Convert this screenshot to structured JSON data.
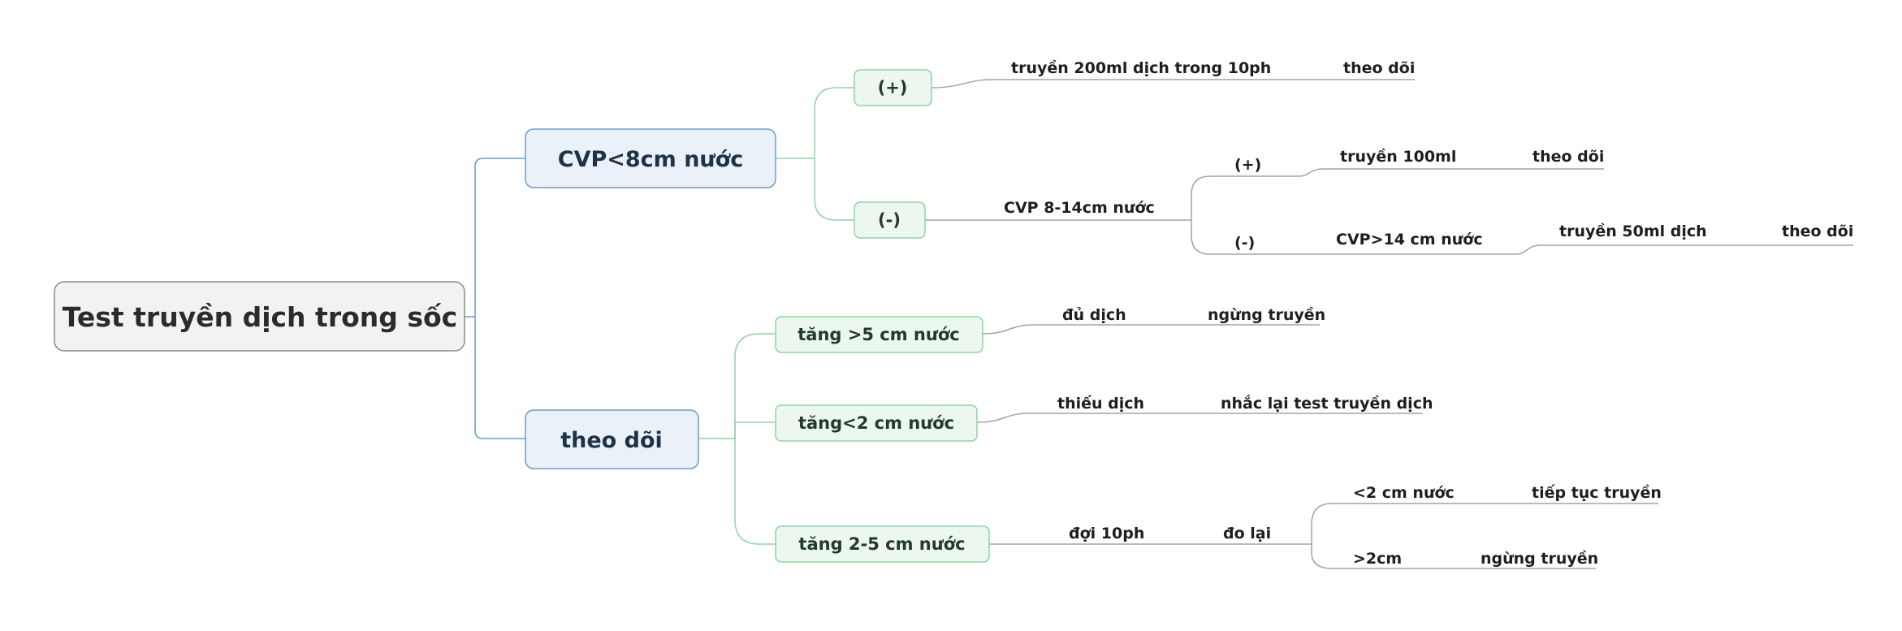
{
  "root": {
    "label": "Test truyền dịch trong sốc"
  },
  "colors": {
    "root_fill": "#f2f2f2",
    "blue_fill": "#eaf1f9",
    "blue_stroke": "#6b9bc7",
    "green_fill": "#ebf7ef",
    "green_stroke": "#8fd3a6",
    "line_gray": "#a3a3a3"
  },
  "branch_cvp": {
    "label": "CVP<8cm nước",
    "pos": {
      "label": "(+)",
      "action": "truyền 200ml dịch trong 10ph",
      "result": "theo dõi"
    },
    "neg": {
      "label": "(-)",
      "action": "CVP 8-14cm nước",
      "pos": {
        "label": "(+)",
        "action": "truyền 100ml",
        "result": "theo dõi"
      },
      "neg": {
        "label": "(-)",
        "action": "CVP>14 cm nước",
        "sub": "truyền 50ml dịch",
        "result": "theo dõi"
      }
    }
  },
  "branch_theodoi": {
    "label": "theo dõi",
    "gt5": {
      "label": "tăng >5 cm nước",
      "assess": "đủ dịch",
      "action": "ngừng truyền"
    },
    "lt2": {
      "label": "tăng<2 cm nước",
      "assess": "thiếu dịch",
      "action": "nhắc lại test truyền dịch"
    },
    "mid": {
      "label": "tăng 2-5 cm nước",
      "wait": "đợi 10ph",
      "remeasure": "đo lại",
      "lt2": {
        "label": "<2 cm nước",
        "action": "tiếp tục truyền"
      },
      "gt2": {
        "label": ">2cm",
        "action": "ngừng truyền"
      }
    }
  }
}
